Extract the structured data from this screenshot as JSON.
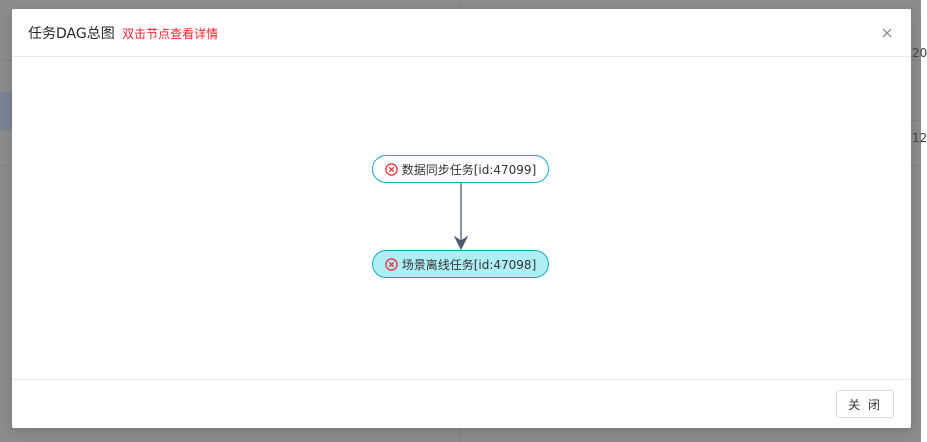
{
  "modal": {
    "title": "任务DAG总图",
    "hint": "双击节点查看详情",
    "close_label": "关 闭"
  },
  "dag": {
    "nodes": [
      {
        "label": "数据同步任务[id:47099]",
        "status": "failed",
        "fill": "#ffffff"
      },
      {
        "label": "场景离线任务[id:47098]",
        "status": "failed",
        "fill": "#aeeef5"
      }
    ],
    "edges": [
      {
        "from": 0,
        "to": 1
      }
    ]
  },
  "colors": {
    "accent": "#13a8c2",
    "hint": "#f5222d",
    "status_failed": "#f5222d",
    "edge": "#4a5a70"
  },
  "background_page": {
    "edge_text_1": "20",
    "edge_text_2": "12"
  }
}
